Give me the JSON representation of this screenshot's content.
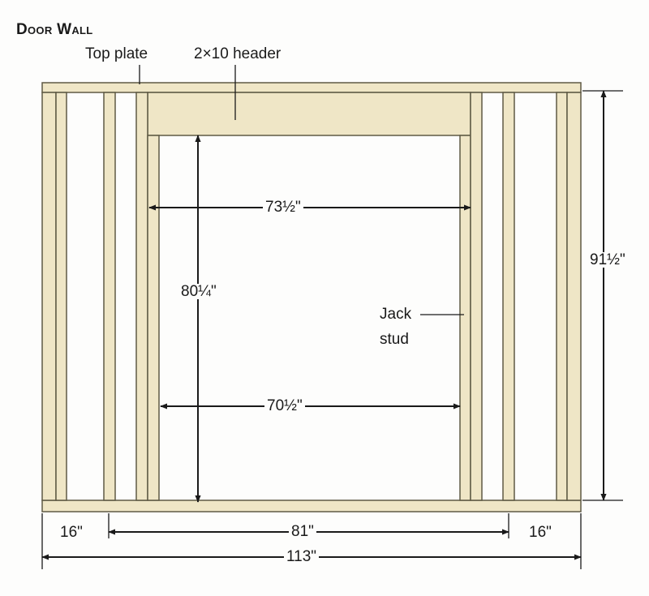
{
  "title": "Door Wall",
  "labels": {
    "top_plate": "Top plate",
    "header": "2×10 header",
    "jack_stud_line1": "Jack",
    "jack_stud_line2": "stud"
  },
  "dimensions": {
    "header_opening": "73½\"",
    "door_height": "80¼\"",
    "wall_height": "91½\"",
    "rough_opening": "70½\"",
    "left_stud_spacing": "16\"",
    "center_span": "81\"",
    "right_stud_spacing": "16\"",
    "overall_length": "113\""
  },
  "colors": {
    "lumber": "#efe6c6",
    "lumber_edge": "#5f5a45",
    "dimension_line": "#1a1a1a",
    "background": "#fdfdfc"
  }
}
